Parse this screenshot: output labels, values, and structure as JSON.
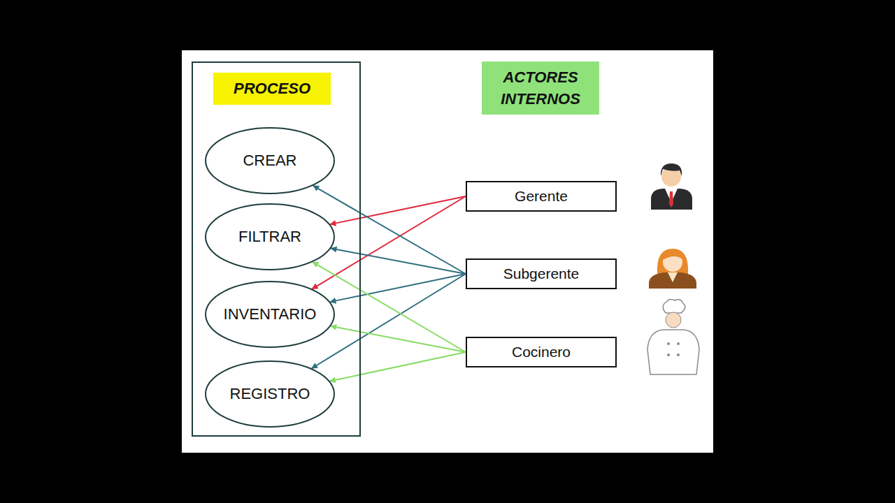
{
  "diagram": {
    "nodes": [
      {
        "text": [
          "PROCESO"
        ]
      },
      {
        "text": [
          "CREAR"
        ],
        "in": 0
      },
      {
        "text": [
          "FILTRAR"
        ],
        "in": 0
      },
      {
        "text": [
          "INVENTARIO"
        ],
        "in": 0
      },
      {
        "text": [
          "REGISTRO"
        ],
        "in": 0
      },
      {
        "text": [
          "ACTORES INTERNOS"
        ]
      },
      {
        "text": [
          "Gerente"
        ]
      },
      {
        "text": [
          "Subgerente"
        ]
      },
      {
        "text": [
          "Cocinero"
        ]
      }
    ],
    "edges": [
      {
        "from": 6,
        "to": 2,
        "arrow": "to"
      },
      {
        "from": 6,
        "to": 3,
        "arrow": "to"
      },
      {
        "from": 7,
        "to": 1,
        "arrow": "to"
      },
      {
        "from": 7,
        "to": 2,
        "arrow": "to"
      },
      {
        "from": 7,
        "to": 3,
        "arrow": "to"
      },
      {
        "from": 7,
        "to": 4,
        "arrow": "to"
      },
      {
        "from": 8,
        "to": 2,
        "arrow": "to"
      },
      {
        "from": 8,
        "to": 3,
        "arrow": "to"
      },
      {
        "from": 8,
        "to": 4,
        "arrow": "to"
      }
    ]
  }
}
